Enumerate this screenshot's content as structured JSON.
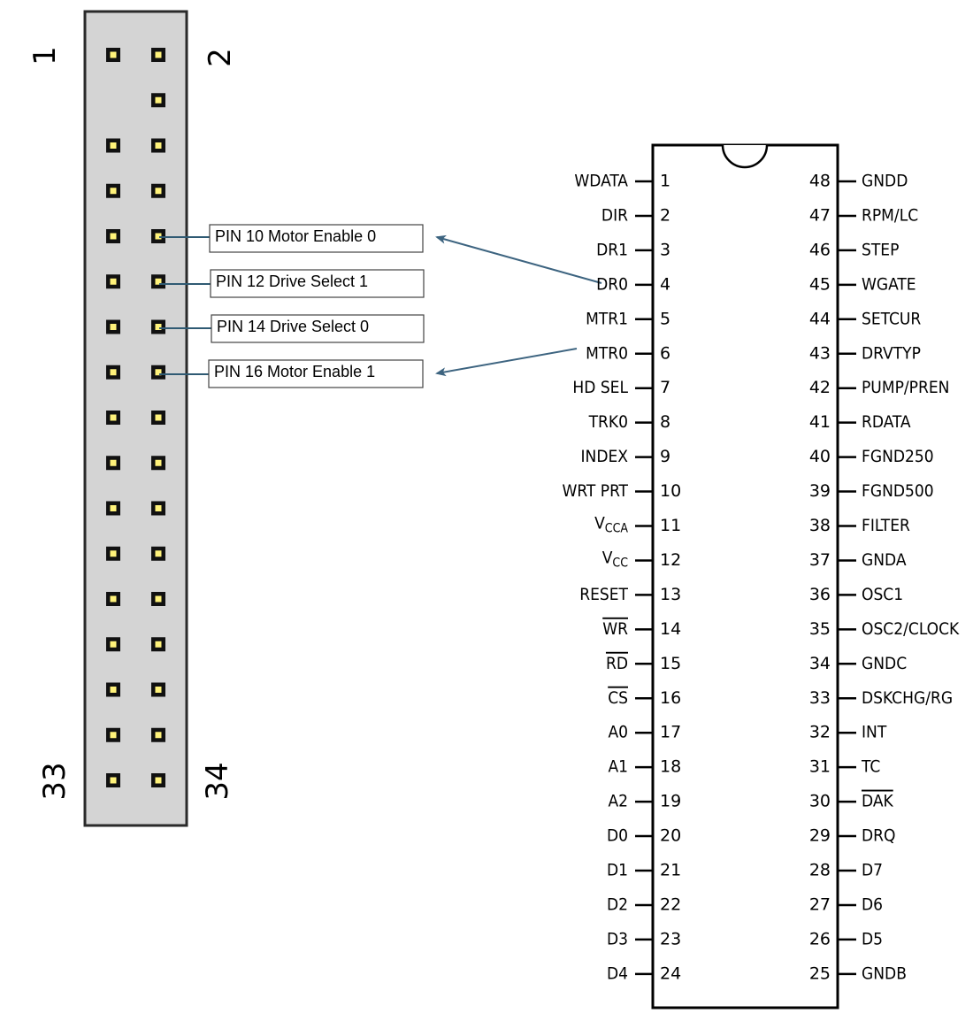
{
  "header": {
    "corner_labels": {
      "top_left": "1",
      "top_right": "2",
      "bottom_left": "33",
      "bottom_right": "34"
    },
    "missing_pin": 3
  },
  "callouts": [
    {
      "pin": 10,
      "text": "PIN 10 Motor Enable 0"
    },
    {
      "pin": 12,
      "text": "PIN 12 Drive Select 1"
    },
    {
      "pin": 14,
      "text": "PIN 14 Drive Select 0"
    },
    {
      "pin": 16,
      "text": "PIN 16 Motor  Enable 1"
    }
  ],
  "arrows": [
    {
      "from_chip_pin": 4,
      "to_callout": 0
    },
    {
      "from_chip_pin": 6,
      "to_callout": 3
    }
  ],
  "chip": {
    "left_pins": [
      {
        "num": "1",
        "name": "WDATA"
      },
      {
        "num": "2",
        "name": "DIR"
      },
      {
        "num": "3",
        "name": "DR1"
      },
      {
        "num": "4",
        "name": "DR0"
      },
      {
        "num": "5",
        "name": "MTR1"
      },
      {
        "num": "6",
        "name": "MTR0"
      },
      {
        "num": "7",
        "name": "HD SEL"
      },
      {
        "num": "8",
        "name": "TRK0"
      },
      {
        "num": "9",
        "name": "INDEX"
      },
      {
        "num": "10",
        "name": "WRT PRT"
      },
      {
        "num": "11",
        "name": "V",
        "sub": "CCA"
      },
      {
        "num": "12",
        "name": "V",
        "sub": "CC"
      },
      {
        "num": "13",
        "name": "RESET"
      },
      {
        "num": "14",
        "name": "WR",
        "overline": true
      },
      {
        "num": "15",
        "name": "RD",
        "overline": true
      },
      {
        "num": "16",
        "name": "CS",
        "overline": true
      },
      {
        "num": "17",
        "name": "A0"
      },
      {
        "num": "18",
        "name": "A1"
      },
      {
        "num": "19",
        "name": "A2"
      },
      {
        "num": "20",
        "name": "D0"
      },
      {
        "num": "21",
        "name": "D1"
      },
      {
        "num": "22",
        "name": "D2"
      },
      {
        "num": "23",
        "name": "D3"
      },
      {
        "num": "24",
        "name": "D4"
      }
    ],
    "right_pins": [
      {
        "num": "48",
        "name": "GNDD"
      },
      {
        "num": "47",
        "name": "RPM/LC"
      },
      {
        "num": "46",
        "name": "STEP"
      },
      {
        "num": "45",
        "name": "WGATE"
      },
      {
        "num": "44",
        "name": "SETCUR"
      },
      {
        "num": "43",
        "name": "DRVTYP"
      },
      {
        "num": "42",
        "name": "PUMP/PREN"
      },
      {
        "num": "41",
        "name": "RDATA"
      },
      {
        "num": "40",
        "name": "FGND250"
      },
      {
        "num": "39",
        "name": "FGND500"
      },
      {
        "num": "38",
        "name": "FILTER"
      },
      {
        "num": "37",
        "name": "GNDA"
      },
      {
        "num": "36",
        "name": "OSC1"
      },
      {
        "num": "35",
        "name": "OSC2/CLOCK"
      },
      {
        "num": "34",
        "name": "GNDC"
      },
      {
        "num": "33",
        "name": "DSKCHG/RG"
      },
      {
        "num": "32",
        "name": "INT"
      },
      {
        "num": "31",
        "name": "TC"
      },
      {
        "num": "30",
        "name": "DAK",
        "overline": true
      },
      {
        "num": "29",
        "name": "DRQ"
      },
      {
        "num": "28",
        "name": "D7"
      },
      {
        "num": "27",
        "name": "D6"
      },
      {
        "num": "26",
        "name": "D5"
      },
      {
        "num": "25",
        "name": "GNDB"
      }
    ]
  },
  "colors": {
    "header_fill": "#d4d4d4",
    "pin_fill": "#fff27a",
    "pin_border": "#111111",
    "arrow": "#3d6480",
    "callout_line": "#2f5a73"
  }
}
